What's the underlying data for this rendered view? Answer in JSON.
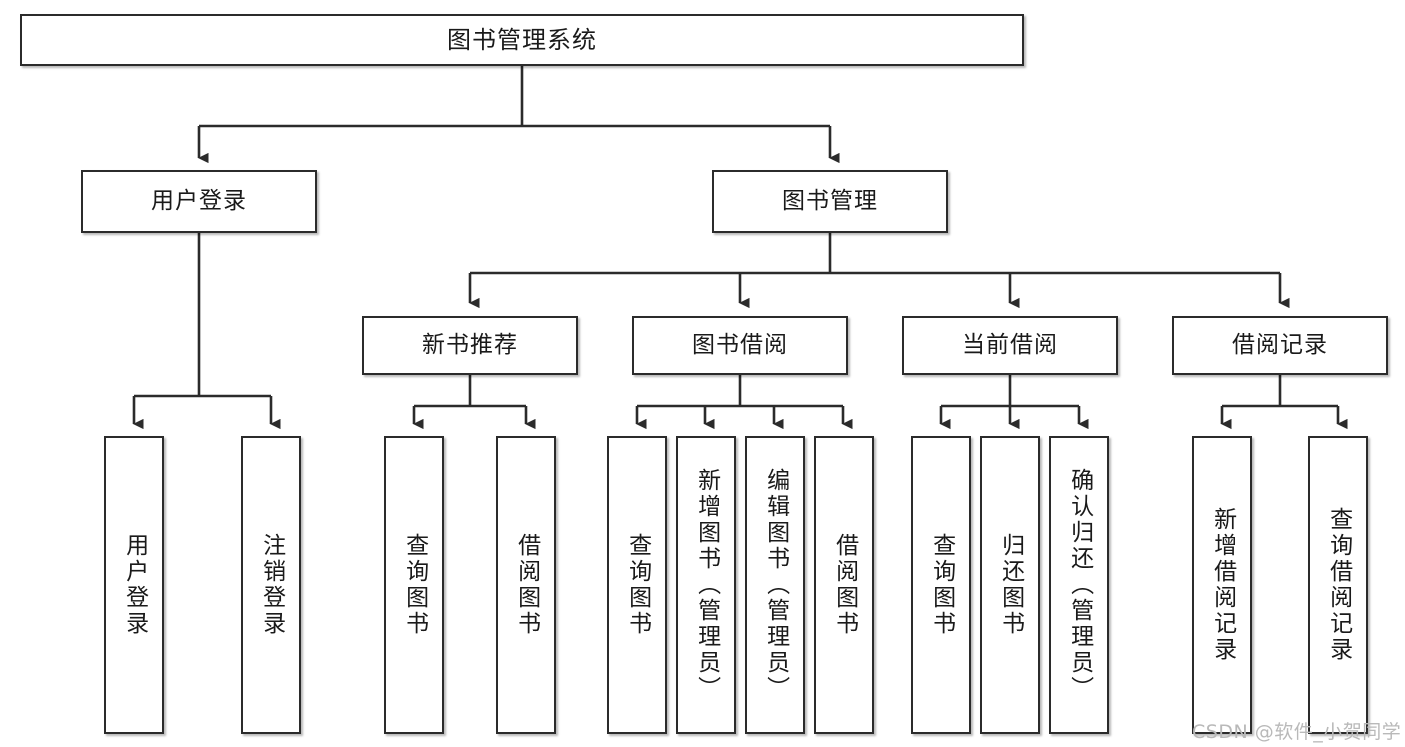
{
  "diagram": {
    "type": "tree-hierarchy",
    "title": "图书管理系统",
    "watermark": "CSDN @软件_小贺同学",
    "colors": {
      "box_border": "#2b2b2b",
      "box_fill": "#ffffff",
      "connector": "#2b2b2b",
      "text": "#1a1a1a",
      "watermark": "#b9b9b9",
      "background": "#ffffff"
    },
    "levels": {
      "root": {
        "label": "图书管理系统"
      },
      "level2": [
        {
          "label": "用户登录"
        },
        {
          "label": "图书管理"
        }
      ],
      "level3": [
        {
          "label": "新书推荐"
        },
        {
          "label": "图书借阅"
        },
        {
          "label": "当前借阅"
        },
        {
          "label": "借阅记录"
        }
      ],
      "leaves": {
        "user_login": [
          {
            "label": "用户登录"
          },
          {
            "label": "注销登录"
          }
        ],
        "new_book_recommend": [
          {
            "label": "查询图书"
          },
          {
            "label": "借阅图书"
          }
        ],
        "book_borrow": [
          {
            "label": "查询图书"
          },
          {
            "label": "新增图书（管理员）"
          },
          {
            "label": "编辑图书（管理员）"
          },
          {
            "label": "借阅图书"
          }
        ],
        "current_borrow": [
          {
            "label": "查询图书"
          },
          {
            "label": "归还图书"
          },
          {
            "label": "确认归还（管理员）"
          }
        ],
        "borrow_record": [
          {
            "label": "新增借阅记录"
          },
          {
            "label": "查询借阅记录"
          }
        ]
      }
    }
  }
}
